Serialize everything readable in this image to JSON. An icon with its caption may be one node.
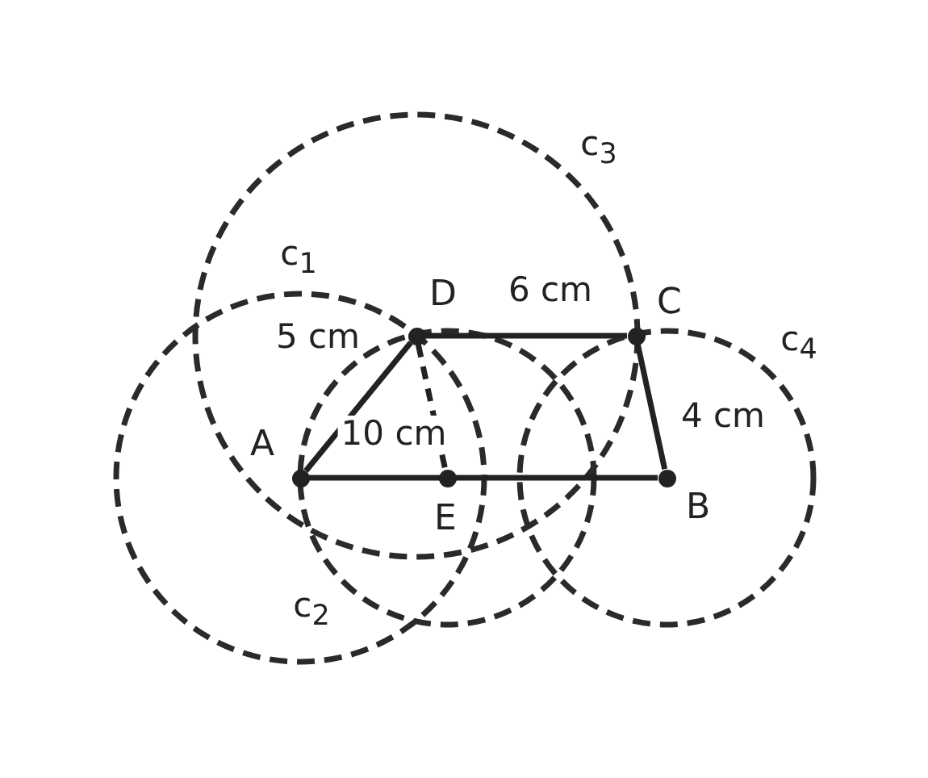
{
  "diagram": {
    "nodes": [
      {
        "text": [
          "A"
        ]
      },
      {
        "text": [
          "B"
        ]
      },
      {
        "text": [
          "C"
        ]
      },
      {
        "text": [
          "D"
        ]
      },
      {
        "text": [
          "E"
        ]
      }
    ],
    "edges": [
      {
        "from": 0,
        "to": 1,
        "arrow": "none",
        "label": "10 cm"
      },
      {
        "from": 0,
        "to": 3,
        "arrow": "none",
        "label": "5 cm"
      },
      {
        "from": 3,
        "to": 2,
        "arrow": "none",
        "label": "6 cm"
      },
      {
        "from": 2,
        "to": 1,
        "arrow": "none",
        "label": "4 cm"
      },
      {
        "from": 3,
        "to": 4,
        "arrow": "none",
        "style": "dashed"
      }
    ],
    "labels": [
      "c$_{3}$",
      "c$_{1}$",
      "c$_{4}$",
      "c$_{2}$"
    ]
  }
}
